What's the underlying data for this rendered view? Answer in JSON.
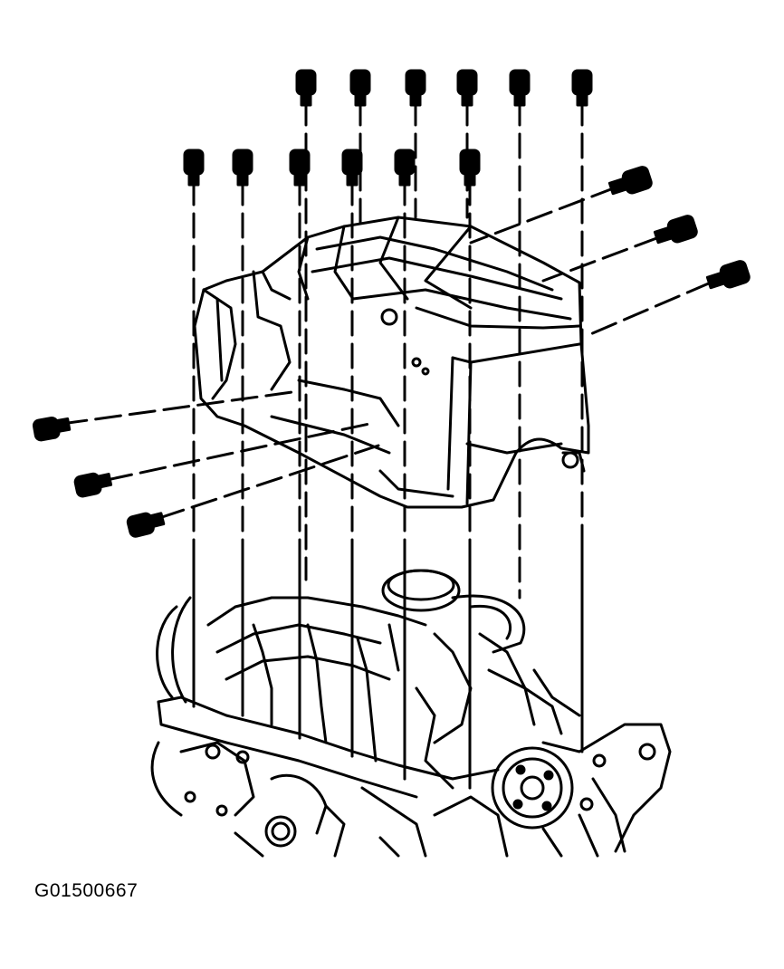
{
  "figure": {
    "id_label": "G01500667"
  },
  "colors": {
    "ink": "#000000",
    "paper": "#ffffff"
  },
  "parts": {
    "bolt_count_vertical": 12,
    "bolt_count_left_side": 3,
    "bolt_count_right_side": 3
  }
}
